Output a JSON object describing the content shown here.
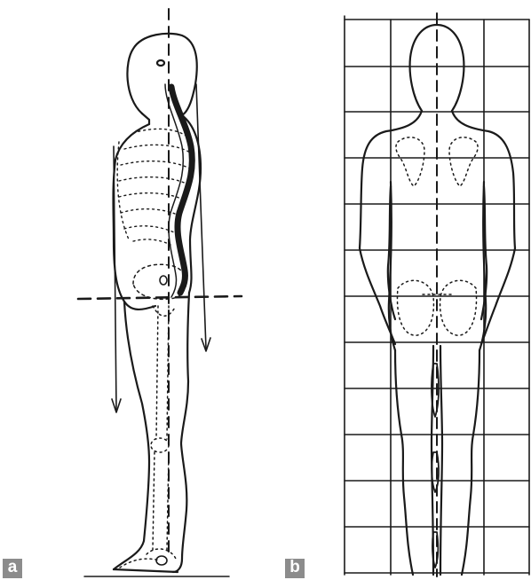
{
  "panels": [
    {
      "label": "a",
      "view": "side"
    },
    {
      "label": "b",
      "view": "back"
    }
  ],
  "colors": {
    "ink": "#1a1a1a",
    "label_bg": "#8c8c8c",
    "label_text": "#ffffff"
  }
}
